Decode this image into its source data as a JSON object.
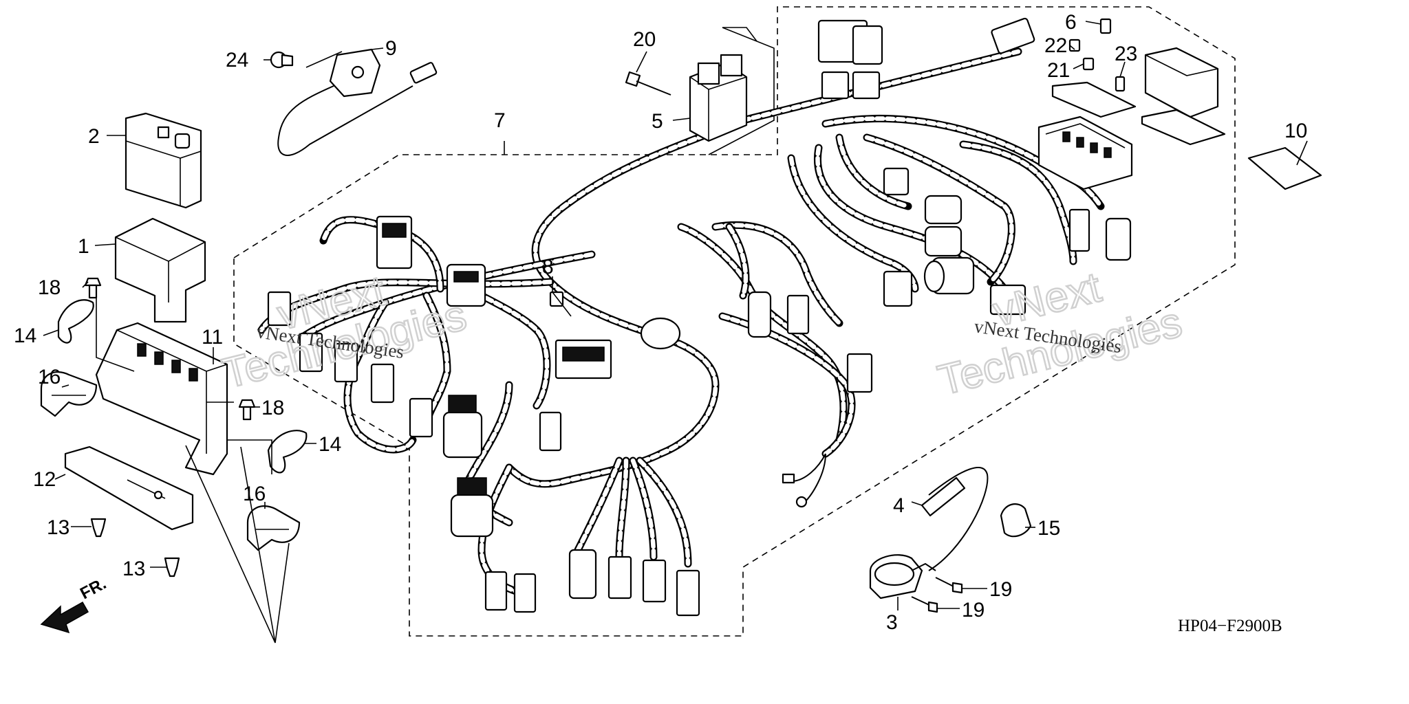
{
  "diagram": {
    "code": "HP04−F2900B",
    "front_arrow_label": "FR.",
    "watermark_text": "vNext Technologies",
    "watermark_outline_1": "vNext",
    "watermark_outline_2": "Technologies",
    "callouts": {
      "p1": "1",
      "p2": "2",
      "p3": "3",
      "p4": "4",
      "p5": "5",
      "p6": "6",
      "p7": "7",
      "p8": "8",
      "p9": "9",
      "p10": "10",
      "p11": "11",
      "p12": "12",
      "p13a": "13",
      "p13b": "13",
      "p14a": "14",
      "p14b": "14",
      "p15": "15",
      "p16a": "16",
      "p16b": "16",
      "p18a": "18",
      "p18b": "18",
      "p19a": "19",
      "p19b": "19",
      "p20": "20",
      "p21": "21",
      "p22": "22",
      "p23": "23",
      "p24": "24"
    }
  }
}
